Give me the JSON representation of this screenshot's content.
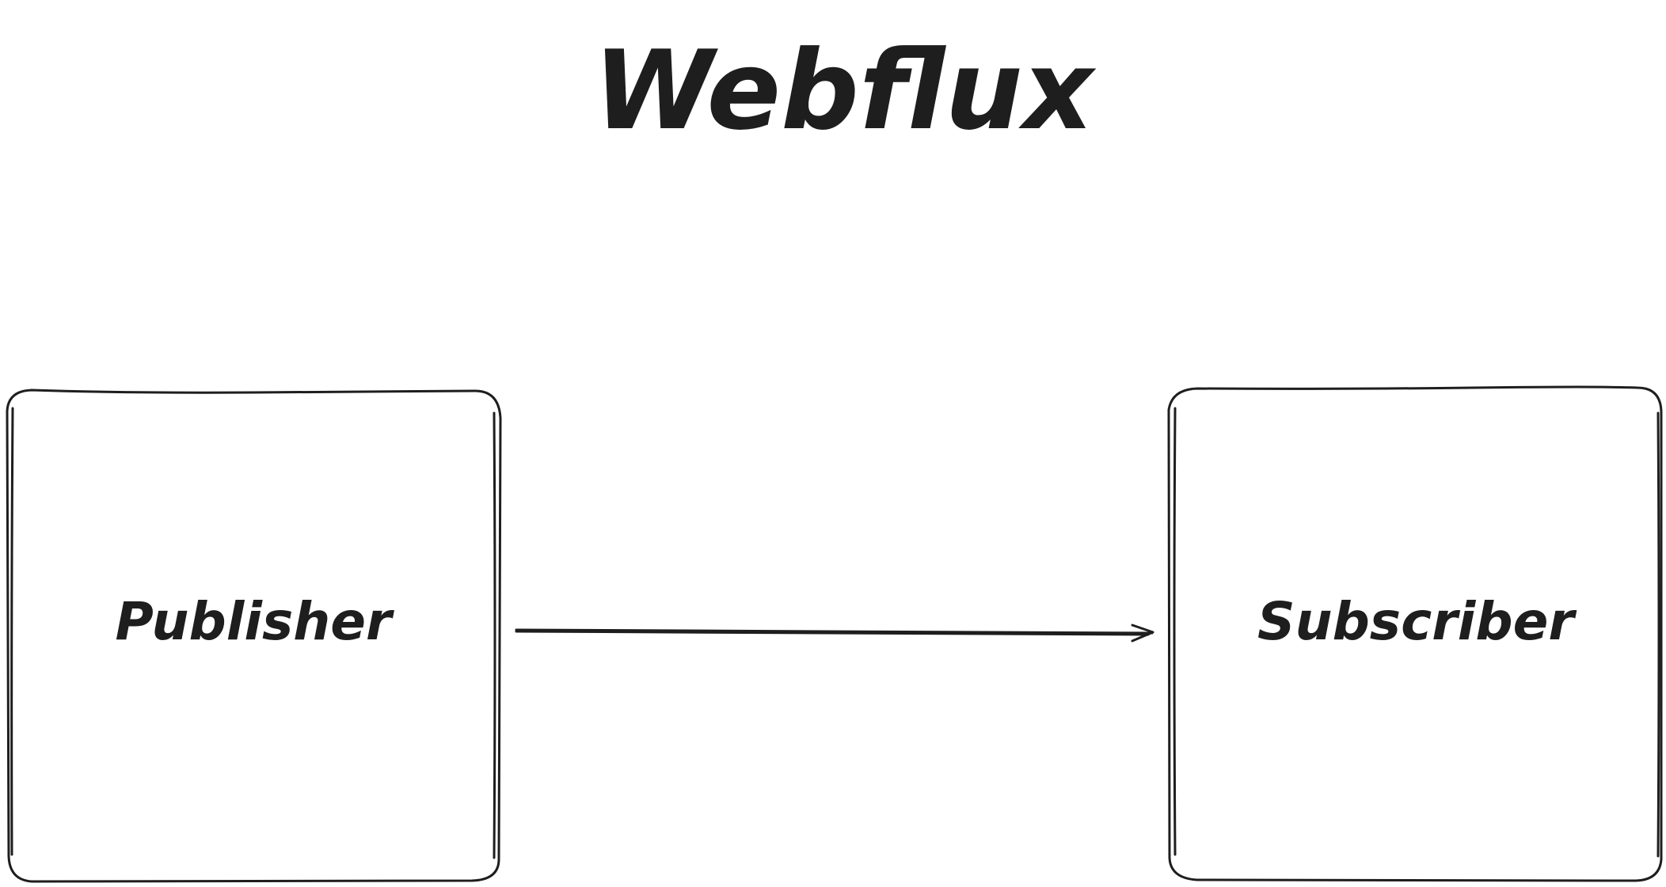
{
  "diagram": {
    "title": "Webflux",
    "nodes": [
      {
        "id": "publisher",
        "label": "Publisher"
      },
      {
        "id": "subscriber",
        "label": "Subscriber"
      }
    ],
    "edges": [
      {
        "from": "publisher",
        "to": "subscriber"
      }
    ],
    "colors": {
      "stroke": "#1e1e1e",
      "background": "#ffffff"
    }
  }
}
